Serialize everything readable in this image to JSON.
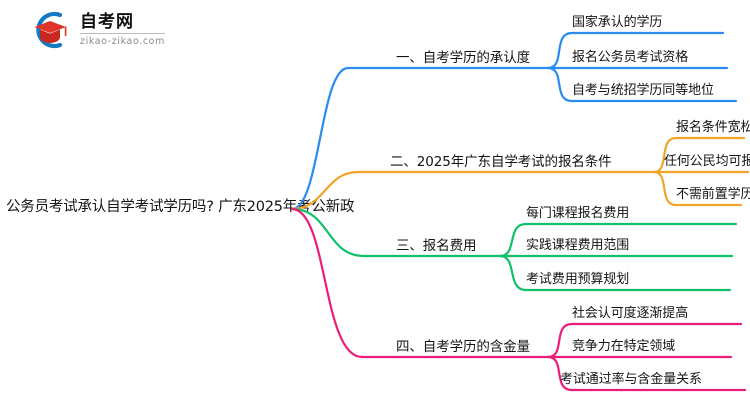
{
  "logo": {
    "name": "自考网",
    "domain": "zikao-zikao.com",
    "mark_icon": "graduation-cap-icon",
    "arc_color": "#1379c4",
    "cap_color": "#e0342b"
  },
  "mindmap": {
    "title": "公务员考试承认自学考试学历吗? 广东2025年考公新政",
    "branches": [
      {
        "label": "一、自考学历的承认度",
        "color": "#2b8cf0",
        "children": [
          "国家承认的学历",
          "报名公务员考试资格",
          "自考与统招学历同等地位"
        ]
      },
      {
        "label": "二、2025年广东自学考试的报名条件",
        "color": "#f0a429",
        "children": [
          "报名条件宽松",
          "任何公民均可报名",
          "不需前置学历"
        ]
      },
      {
        "label": "三、报名费用",
        "color": "#13c06a",
        "children": [
          "每门课程报名费用",
          "实践课程费用范围",
          "考试费用预算规划"
        ]
      },
      {
        "label": "四、自考学历的含金量",
        "color": "#ea1e79",
        "children": [
          "社会认可度逐渐提高",
          "竞争力在特定领域",
          "考试通过率与含金量关系"
        ]
      }
    ]
  }
}
